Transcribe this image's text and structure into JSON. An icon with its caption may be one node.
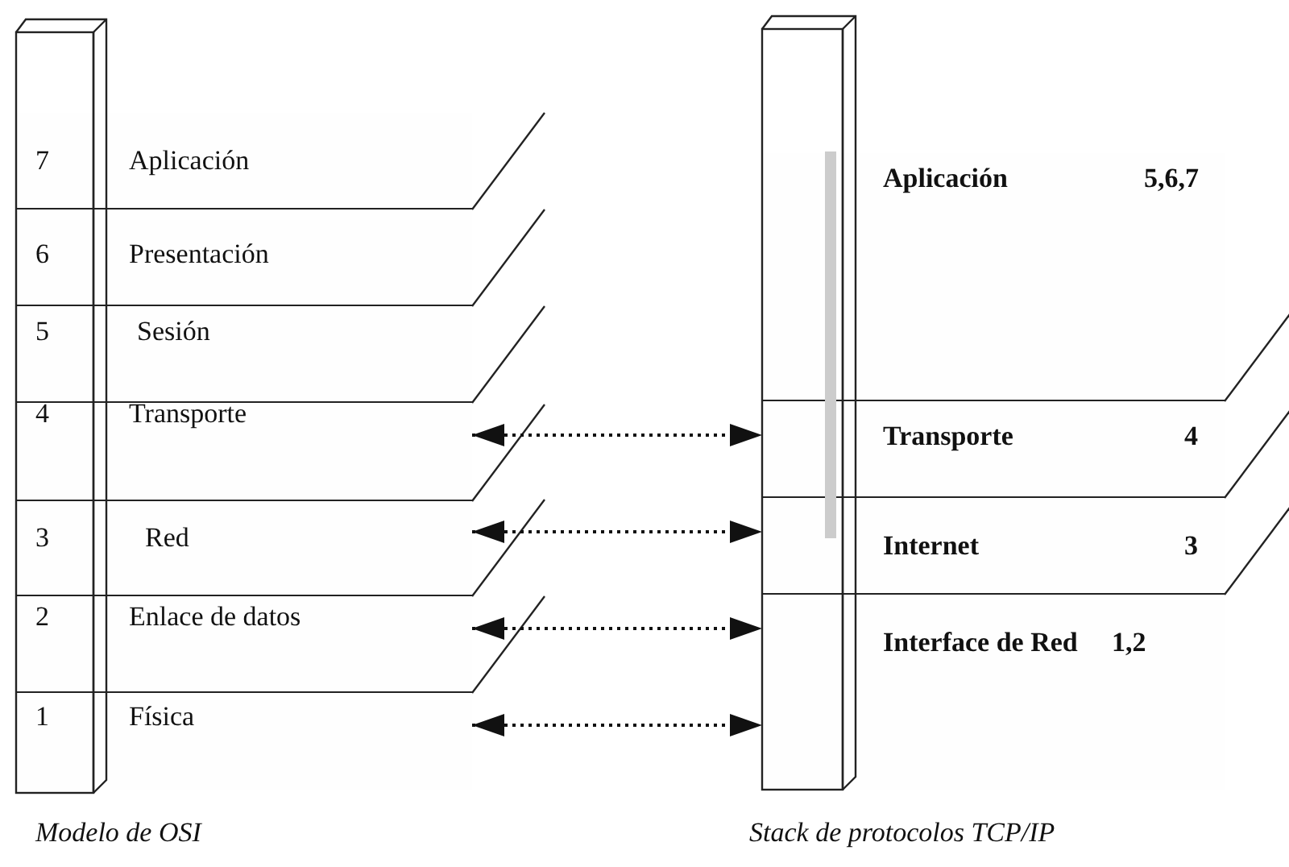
{
  "diagram": {
    "nodes": [
      {
        "text": [
          "7",
          "Aplicación"
        ]
      },
      {
        "text": [
          "6",
          "Presentación"
        ]
      },
      {
        "text": [
          "5",
          "Sesión"
        ]
      },
      {
        "text": [
          "4",
          "Transporte"
        ]
      },
      {
        "text": [
          "3",
          "Red"
        ]
      },
      {
        "text": [
          "2",
          "Enlace de datos"
        ]
      },
      {
        "text": [
          "1",
          "Física"
        ]
      },
      {
        "text": [
          "Aplicación",
          "5,6,7"
        ]
      },
      {
        "text": [
          "Transporte",
          "4"
        ]
      },
      {
        "text": [
          "Internet",
          "3"
        ]
      },
      {
        "text": [
          "Interface de Red",
          "1,2"
        ]
      }
    ],
    "edges": [
      {
        "from": 3,
        "to": 8,
        "arrow": "both"
      },
      {
        "from": 4,
        "to": 9,
        "arrow": "both"
      },
      {
        "from": 5,
        "to": 10,
        "arrow": "both"
      },
      {
        "from": 6,
        "to": 10,
        "arrow": "both"
      }
    ],
    "labels": [
      "Modelo de OSI",
      "Stack de protocolos TCP/IP"
    ]
  }
}
